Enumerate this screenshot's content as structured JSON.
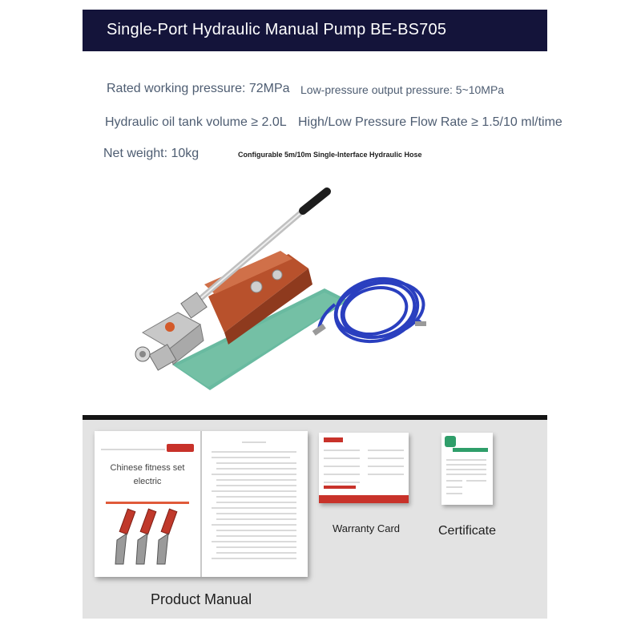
{
  "title": "Single-Port Hydraulic Manual Pump BE-BS705",
  "specs": {
    "rated_pressure": "Rated working pressure: 72MPa",
    "low_pressure": "Low-pressure output pressure: 5~10MPa",
    "tank_volume": "Hydraulic oil tank volume ≥ 2.0L",
    "flow_rate": "High/Low Pressure Flow Rate ≥ 1.5/10 ml/time",
    "net_weight": "Net weight: 10kg",
    "hose": "Configurable 5m/10m Single-Interface Hydraulic Hose"
  },
  "accessories": {
    "manual_cover_line1": "Chinese fitness set",
    "manual_cover_line2": "electric",
    "manual_caption": "Product Manual",
    "warranty_caption": "Warranty Card",
    "certificate_caption": "Certificate"
  },
  "colors": {
    "title_bg": "#14143a",
    "spec_text": "#4e5d72",
    "pump_body": "#b8512c",
    "hose": "#2a3fbf",
    "base_plate": "#4fae8f"
  }
}
